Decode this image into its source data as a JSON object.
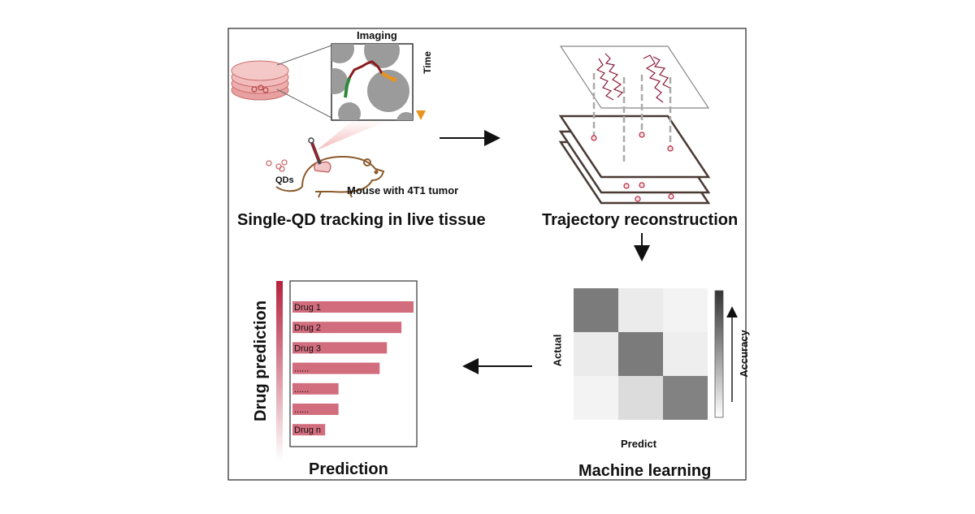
{
  "imaging": {
    "title": "Imaging",
    "time_label": "Time"
  },
  "mouse": {
    "qds_label": "QDs",
    "caption": "Mouse with 4T1 tumor"
  },
  "sections": {
    "tracking": "Single-QD tracking in live tissue",
    "trajectory": "Trajectory reconstruction",
    "machine_learning": "Machine learning",
    "prediction": "Prediction"
  },
  "confusion_matrix": {
    "actual_label": "Actual",
    "predict_label": "Predict",
    "colorbar_label": "Accuracy",
    "values": [
      [
        0.85,
        0.1,
        0.05
      ],
      [
        0.1,
        0.85,
        0.08
      ],
      [
        0.05,
        0.2,
        0.8
      ]
    ]
  },
  "prediction": {
    "axis_label": "Drug prediction",
    "bars": [
      {
        "label": "Drug 1",
        "value": 1.0
      },
      {
        "label": "Drug 2",
        "value": 0.9
      },
      {
        "label": "Drug 3",
        "value": 0.78
      },
      {
        "label": "......",
        "value": 0.72
      },
      {
        "label": "......",
        "value": 0.38
      },
      {
        "label": "......",
        "value": 0.38
      },
      {
        "label": "Drug n",
        "value": 0.27
      }
    ]
  },
  "colors": {
    "accent": "#b5223d",
    "bar": "#d26d7e",
    "tissue": "#e8a0a0",
    "frame": "#4a3a35"
  }
}
